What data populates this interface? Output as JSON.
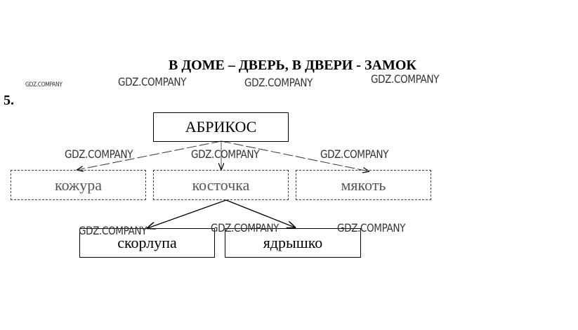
{
  "title": "В ДОМЕ – ДВЕРЬ, В ДВЕРИ - ЗАМОК",
  "task_number": "5.",
  "diagram": {
    "root": "АБРИКОС",
    "level1": [
      "кожура",
      "косточка",
      "мякоть"
    ],
    "level2": [
      "скорлупа",
      "ядрышко"
    ]
  },
  "watermark": "GDZ.COMPANY"
}
